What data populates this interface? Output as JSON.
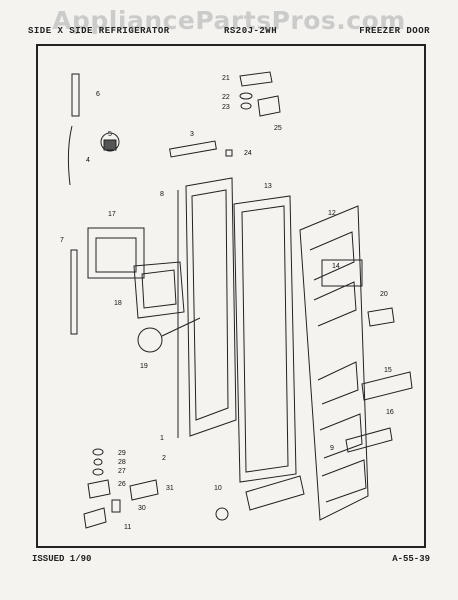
{
  "watermark": "AppliancePartsPros.com",
  "header": {
    "left": "SIDE X SIDE REFRIGERATOR",
    "middle": "RS20J-2WH",
    "right": "FREEZER DOOR"
  },
  "footer": {
    "issued": "ISSUED 1/90",
    "page": "A-55-39"
  },
  "callouts": [
    "1",
    "2",
    "3",
    "4",
    "5",
    "6",
    "7",
    "8",
    "9",
    "10",
    "11",
    "12",
    "13",
    "14",
    "15",
    "16",
    "17",
    "18",
    "19",
    "20",
    "21",
    "22",
    "23",
    "24",
    "25",
    "26",
    "27",
    "28",
    "29",
    "30",
    "31"
  ]
}
